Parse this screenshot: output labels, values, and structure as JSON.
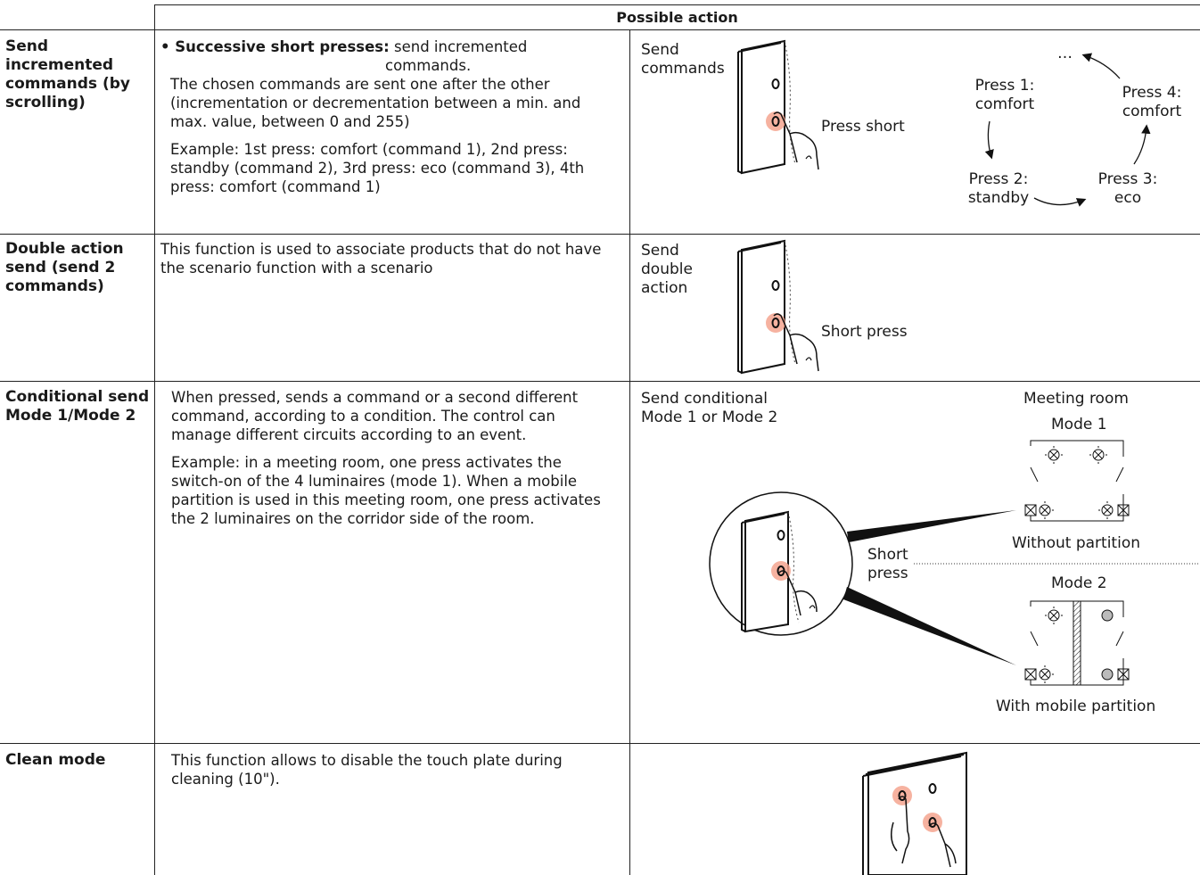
{
  "table": {
    "header": "Possible action",
    "rows": [
      {
        "title": "Send incremented commands (by scrolling)",
        "bullet_bold": "• Successive short presses:",
        "bullet_text": "send incremented",
        "bullet_cont": "commands.",
        "para1": "The chosen commands are sent one after the other (incrementation or decrementation between a min. and max. value, between 0 and 255)",
        "para2": "Example: 1st press: comfort (command 1), 2nd press: standby (command 2), 3rd press: eco (command 3), 4th press: comfort (command 1)",
        "diagram": {
          "send_label": "Send commands",
          "press_label": "Press short",
          "cycle": {
            "ellipsis": "…",
            "press1": "Press 1: comfort",
            "press2": "Press 2: standby",
            "press3": "Press 3: eco",
            "press4": "Press 4: comfort"
          }
        }
      },
      {
        "title": "Double action send (send 2 commands)",
        "para1": "This function is used to associate products that do not have the scenario function with a scenario",
        "diagram": {
          "send_label": "Send double action",
          "press_label": "Short press"
        }
      },
      {
        "title": "Conditional send Mode 1/Mode 2",
        "para1": "When pressed, sends a command or a second different command, according to a condition. The control can manage different circuits according to an event.",
        "para2": "Example: in a meeting room, one press activates the switch-on of the 4 luminaires (mode 1). When a mobile partition is used in this meeting room, one press activates the 2 luminaires on the corridor side of the room.",
        "diagram": {
          "send_label": "Send conditional Mode 1 or Mode 2",
          "press_label": "Short press",
          "room_title": "Meeting room",
          "mode1": "Mode 1",
          "mode1_caption": "Without partition",
          "mode2": "Mode 2",
          "mode2_caption": "With mobile partition"
        }
      },
      {
        "title": "Clean mode",
        "para1": "This function allows to disable the touch plate during cleaning (10\")."
      }
    ]
  },
  "colors": {
    "border": "#222222",
    "press_highlight": "#f4a58f"
  },
  "icons": [
    "touch-plate-icon",
    "finger-press-icon",
    "cycle-arrow-icon",
    "luminaire-icon",
    "push-button-icon"
  ]
}
